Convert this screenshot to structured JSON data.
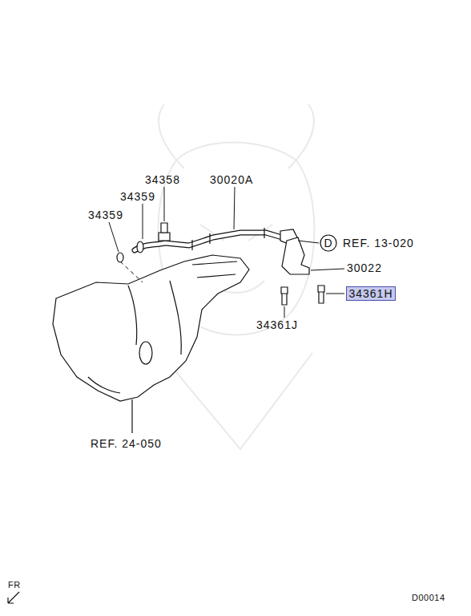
{
  "diagram": {
    "nodes": [
      {
        "text": [
          "D"
        ]
      },
      {
        "text": [
          "34361H"
        ]
      }
    ],
    "labels": [
      "34358",
      "34359",
      "30020A",
      "34359",
      "REF. 13-020",
      "30022",
      "34361J",
      "REF. 24-050",
      "FR",
      "D00014"
    ]
  }
}
